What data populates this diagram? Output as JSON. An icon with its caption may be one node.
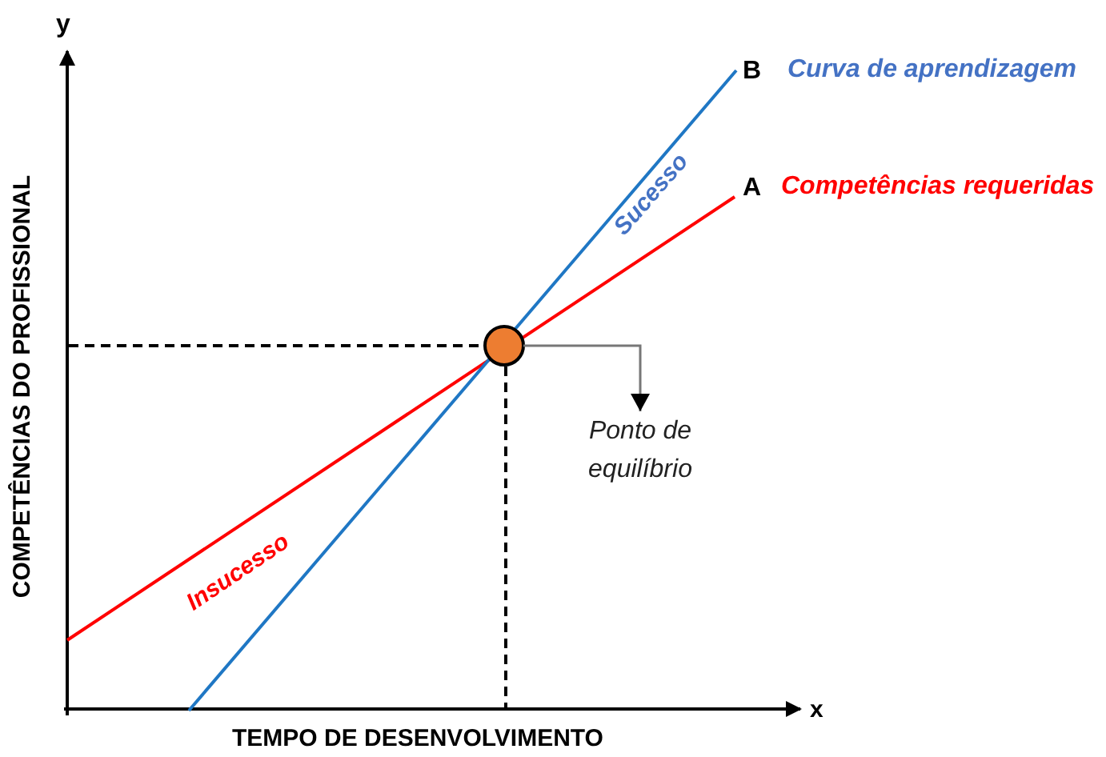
{
  "diagram": {
    "nodes": [
      {
        "text": [],
        "shape": "circle"
      },
      {
        "text": [
          "Ponto de equilíbrio"
        ]
      }
    ],
    "edges": [
      {
        "from": 0,
        "to": 1,
        "arrow": "to"
      }
    ],
    "labels": [
      "y",
      "B",
      "Curva de aprendizagem",
      "A",
      "Competências requeridas",
      "Sucesso",
      "COMPETÊNCIAS DO PROFISSIONAL",
      "Insucesso",
      "x",
      "TEMPO DE DESENVOLVIMENTO"
    ]
  }
}
